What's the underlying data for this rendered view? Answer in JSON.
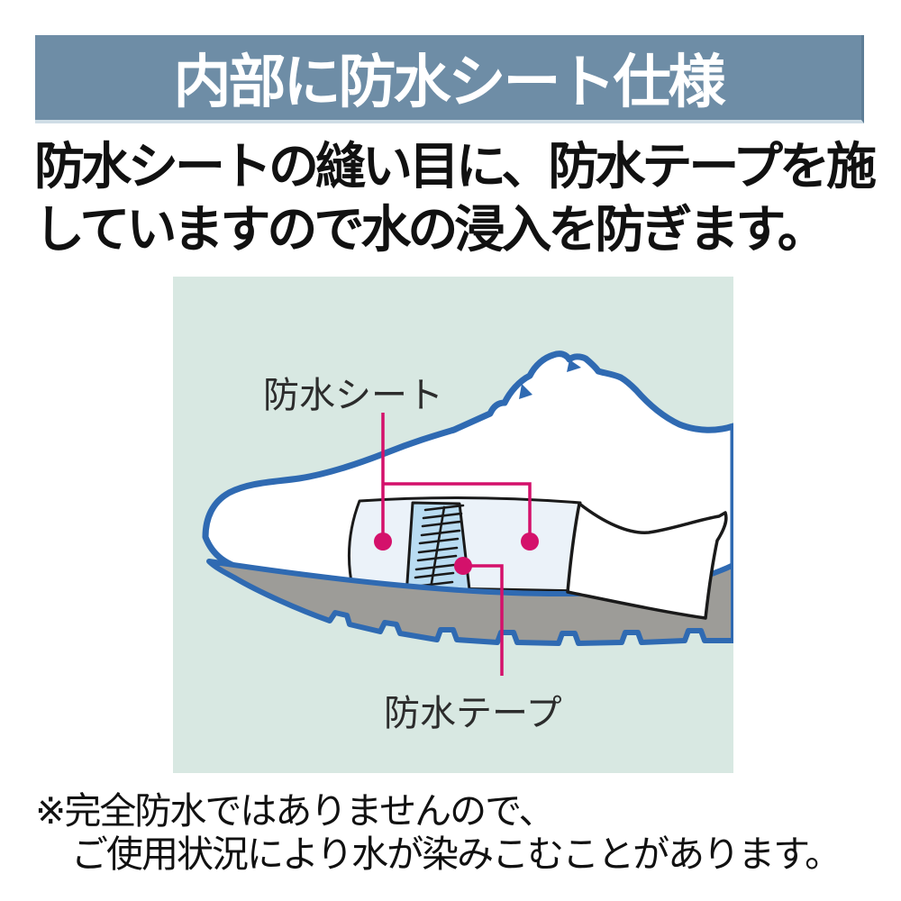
{
  "header": {
    "title": "内部に防水シート仕様",
    "bg_color": "#6e8da6",
    "text_color": "#ffffff"
  },
  "description": {
    "line1": "防水シートの縫い目に、防水テープを施",
    "line2": "していますので水の浸入を防ぎます。"
  },
  "diagram": {
    "bg_color": "#d8e8e2",
    "labels": {
      "sheet": "防水シート",
      "tape": "防水テープ"
    },
    "colors": {
      "shoe_outline_blue": "#2f6ab2",
      "shoe_fill": "#ffffff",
      "sole_gray": "#9d9c98",
      "sheet_fill": "#ebf2f9",
      "tape_fill": "#b9dcf2",
      "cutaway_line": "#1a1a1a",
      "marker_magenta": "#d4116b"
    }
  },
  "footnote": {
    "line1": "※完全防水ではありませんので、",
    "line2": "ご使用状況により水が染みこむことがあります。"
  }
}
